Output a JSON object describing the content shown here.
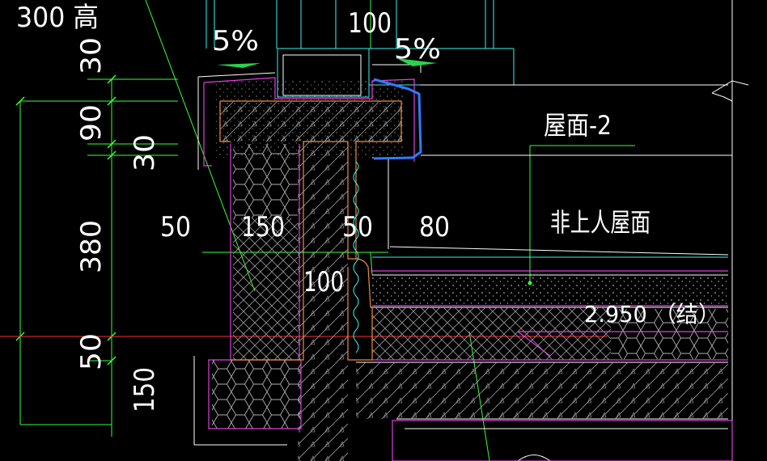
{
  "drawing": {
    "background": "#000000",
    "colors": {
      "dimension": "#39ff39",
      "outline": "#ffffff",
      "cyan": "#3cf0f0",
      "magenta": "#e040e0",
      "orange": "#f08c3c",
      "red": "#ff3030",
      "blue": "#2d7dff",
      "green": "#29d44a",
      "hatch": "#b0b0b0"
    },
    "labels": {
      "top_left_note": "300 高",
      "top_width": "100",
      "slope_left": "5%",
      "slope_right": "5%",
      "roof_name": "屋面-2",
      "roof_type": "非上人屋面",
      "elevation": "2.950 （结）"
    },
    "vertical_dims": [
      "30",
      "90",
      "30",
      "380",
      "50",
      "150"
    ],
    "horizontal_dims": [
      "50",
      "150",
      "50",
      "80",
      "100"
    ]
  }
}
